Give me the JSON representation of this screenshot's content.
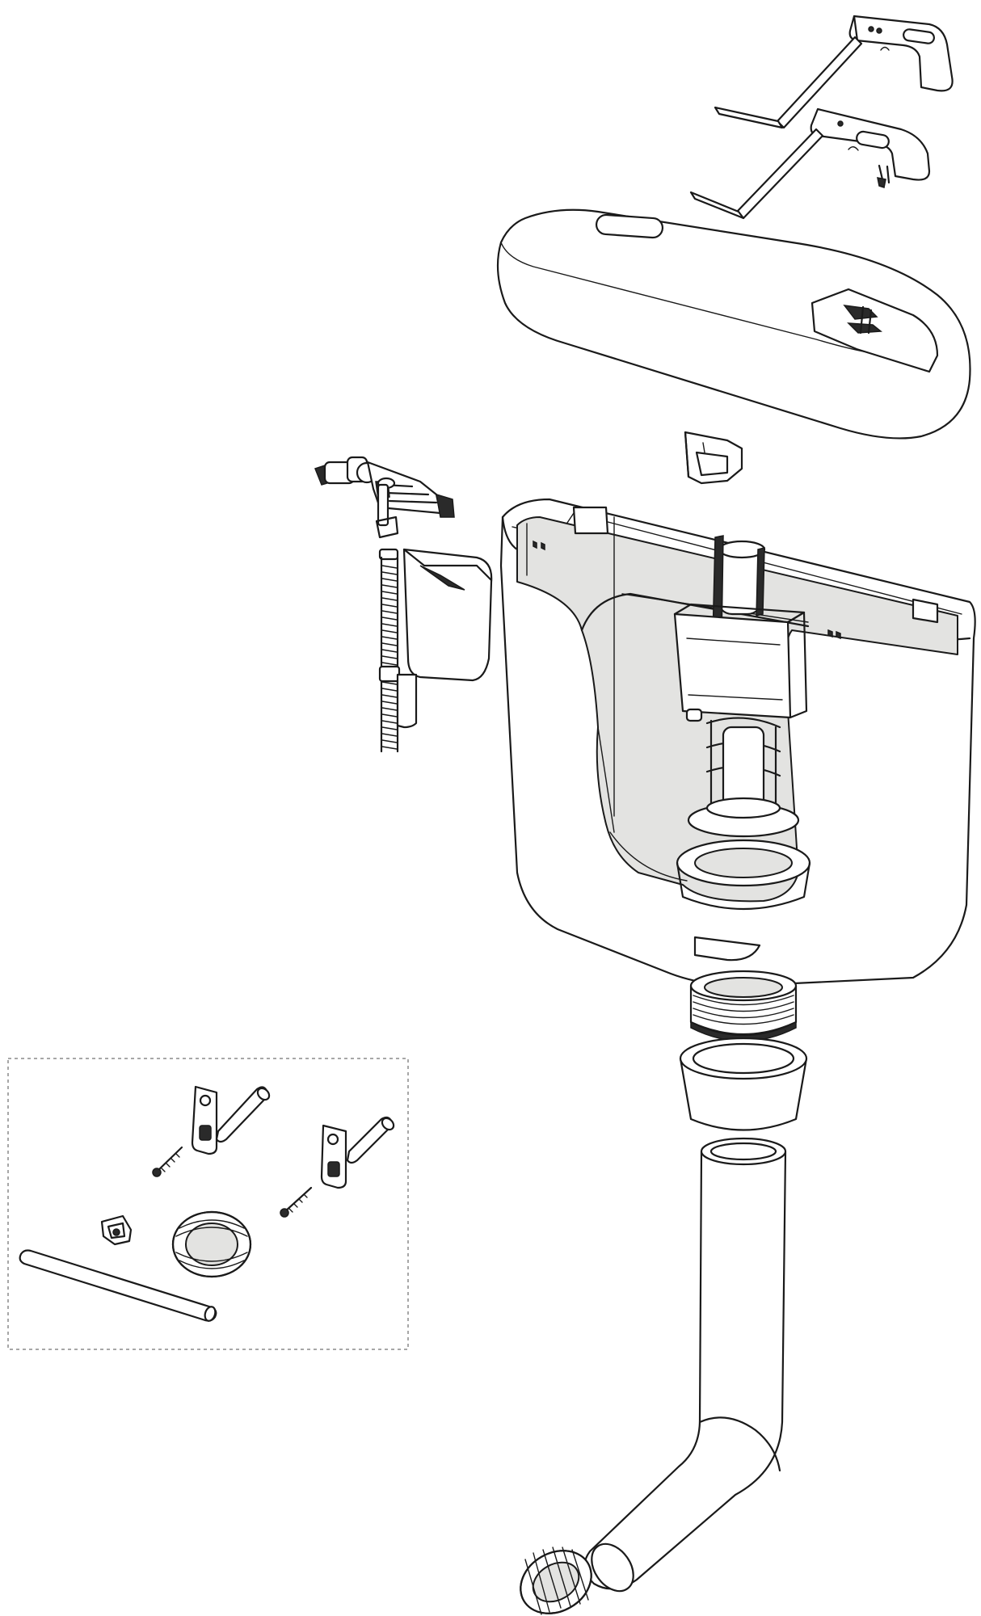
{
  "figure": {
    "type": "exploded-parts-diagram",
    "colors": {
      "line": "#1a1a1a",
      "background": "#ffffff",
      "cistern_interior": "#e3e3e1",
      "dark_parts": "#2a2a2a",
      "kit_border": "#8a8a8a"
    },
    "parts": [
      "push-button-bracket-upper",
      "push-button-bracket-lower",
      "cistern-lid",
      "lid-clip",
      "fill-valve",
      "cistern-body",
      "flush-valve",
      "threaded-connector",
      "cone-seal",
      "flush-pipe-elbow",
      "pipe-connector-nut"
    ],
    "accessory_kit": {
      "outline": "dashed",
      "parts": [
        "wall-bracket-left",
        "wall-plug-left",
        "wall-bracket-right",
        "wall-plug-right",
        "screw-left",
        "screw-right",
        "bracket-clip",
        "threaded-ring",
        "fill-pipe-rod"
      ]
    }
  }
}
